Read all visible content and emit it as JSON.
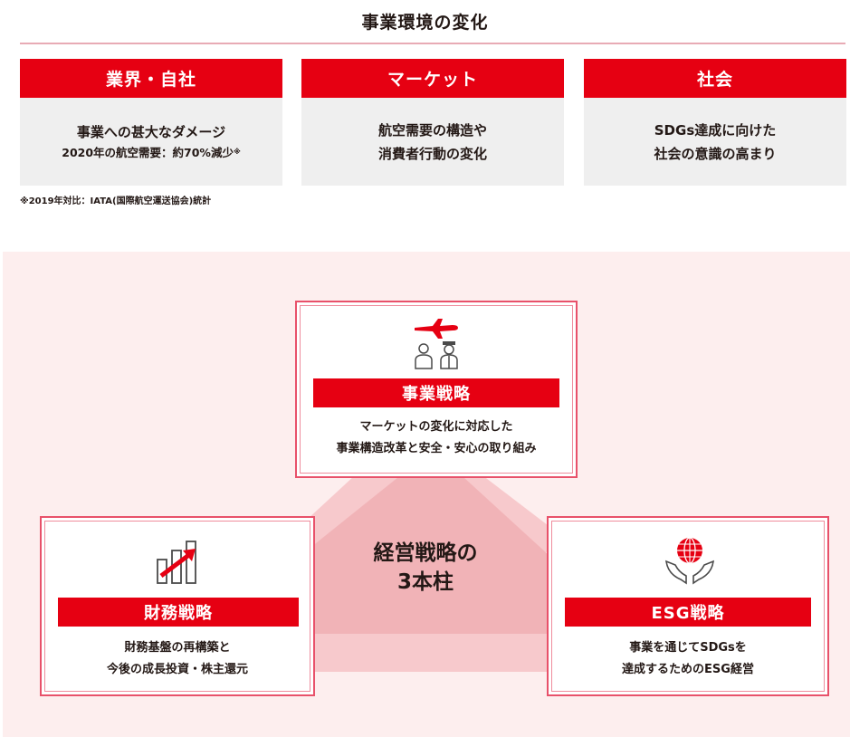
{
  "header": {
    "title": "事業環境の変化"
  },
  "environment": [
    {
      "heading": "業界・自社",
      "lines": [
        "事業への甚大なダメージ"
      ],
      "sub": "2020年の航空需要：約70%減少",
      "sub_mark": "※"
    },
    {
      "heading": "マーケット",
      "lines": [
        "航空需要の構造や",
        "消費者行動の変化"
      ]
    },
    {
      "heading": "社会",
      "lines": [
        "SDGs達成に向けた",
        "社会の意識の高まり"
      ]
    }
  ],
  "footnote": "※2019年対比：IATA(国際航空運送協会)統計",
  "center": {
    "line1": "経営戦略の",
    "line2": "3本柱"
  },
  "pillars": {
    "business": {
      "label": "事業戦略",
      "lines": [
        "マーケットの変化に対応した",
        "事業構造改革と安全・安心の取り組み"
      ],
      "icon": "airplane-staff-icon"
    },
    "finance": {
      "label": "財務戦略",
      "lines": [
        "財務基盤の再構築と",
        "今後の成長投資・株主還元"
      ],
      "icon": "growth-chart-icon"
    },
    "esg": {
      "label": "ESG戦略",
      "lines": [
        "事業を通じてSDGsを",
        "達成するためのESG経営"
      ],
      "icon": "globe-hands-icon"
    }
  },
  "colors": {
    "accent": "#e60012",
    "panel": "#efefef",
    "pillar_bg": "#fdeeee",
    "triangle": "#f1b3b7"
  }
}
